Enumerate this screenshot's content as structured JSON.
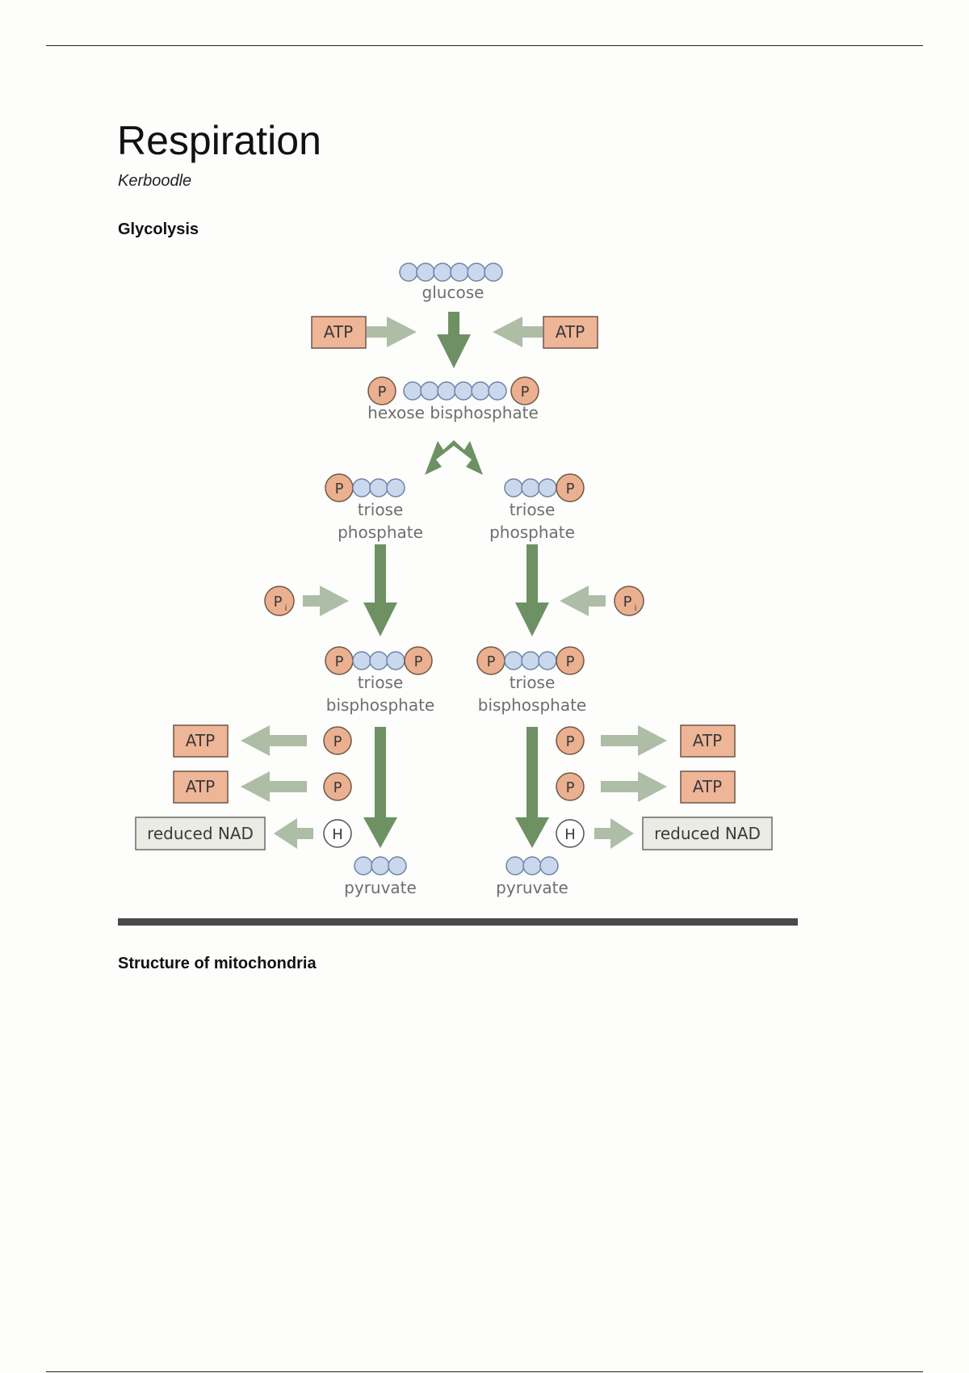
{
  "page": {
    "title": "Respiration",
    "source": "Kerboodle"
  },
  "sections": [
    {
      "heading": "Glycolysis"
    },
    {
      "heading": "Structure of mitochondria"
    }
  ],
  "diagram": {
    "glucose": "glucose",
    "hexose_bisphosphate": "hexose bisphosphate",
    "triose_phosphate_line1": "triose",
    "triose_phosphate_line2": "phosphate",
    "triose_bisphosphate_line1": "triose",
    "triose_bisphosphate_line2": "bisphosphate",
    "pyruvate": "pyruvate",
    "atp": "ATP",
    "phosphate": "P",
    "inorganic_phosphate": "P",
    "inorganic_phosphate_subscript": "i",
    "hydrogen": "H",
    "reduced_nad": "reduced NAD",
    "colors": {
      "carbon": "#c9d8ec",
      "phosphate": "#eab08f",
      "atp_box": "#eeb596",
      "nad_box": "#ebebe6",
      "main_arrow": "#6e9164",
      "side_arrow": "#aebda6"
    }
  }
}
